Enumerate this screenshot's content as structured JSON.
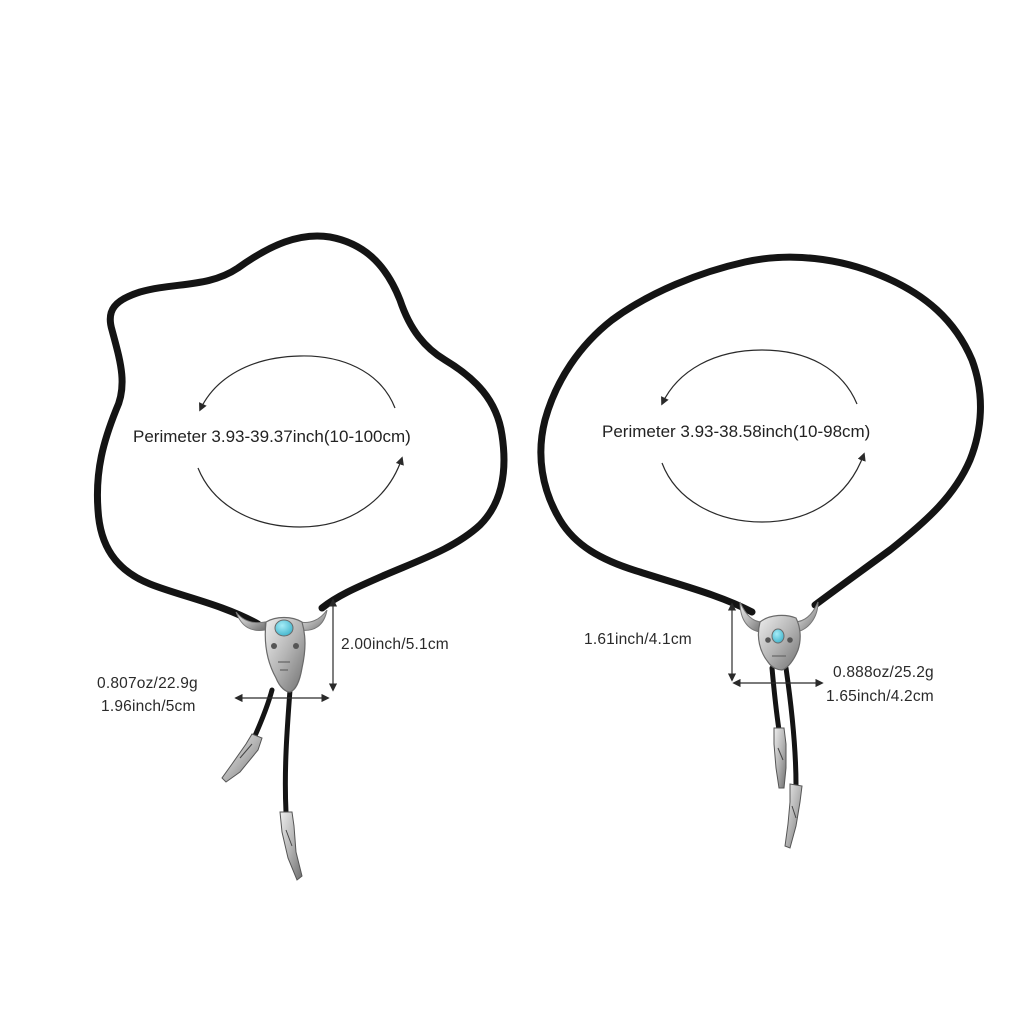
{
  "colors": {
    "background": "#ffffff",
    "cord": "#141414",
    "metal": "#c9c9c9",
    "metal_dark": "#6f6f6f",
    "stone": "#4fc0d6",
    "arrow": "#2a2a2a"
  },
  "left_necklace": {
    "perimeter": "Perimeter 3.93-39.37inch(10-100cm)",
    "height": "2.00inch/5.1cm",
    "weight": "0.807oz/22.9g",
    "width": "1.96inch/5cm"
  },
  "right_necklace": {
    "perimeter": "Perimeter 3.93-38.58inch(10-98cm)",
    "height": "1.61inch/4.1cm",
    "weight": "0.888oz/25.2g",
    "width": "1.65inch/4.2cm"
  }
}
